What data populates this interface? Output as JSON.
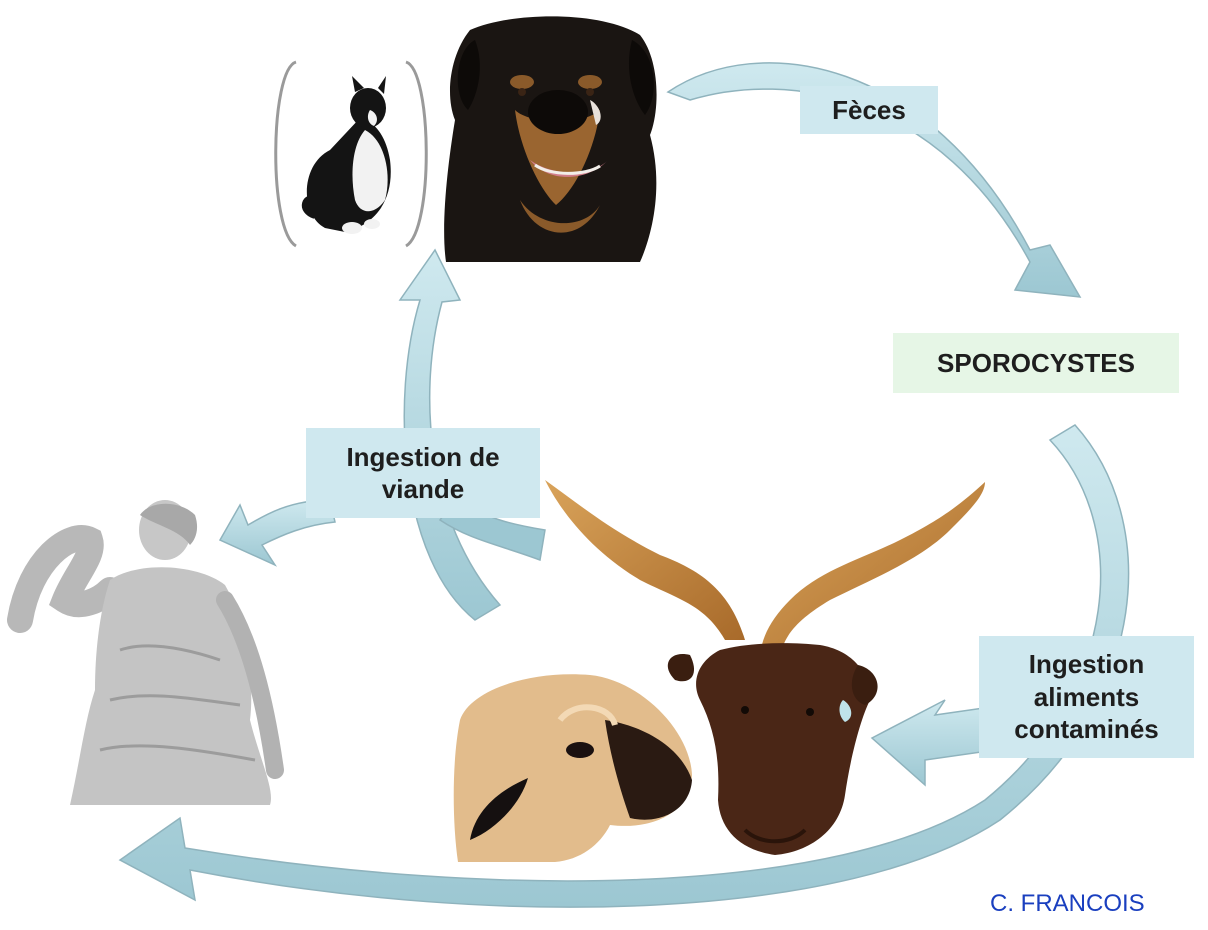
{
  "labels": {
    "feces": "Fèces",
    "sporocystes": "SPOROCYSTES",
    "ingestion_viande": [
      "Ingestion de",
      "viande"
    ],
    "ingestion_aliments": [
      "Ingestion",
      "aliments",
      "contaminés"
    ]
  },
  "credit": "C. FRANCOIS",
  "colors": {
    "arrow_fill": "#b9dde6",
    "arrow_shade": "#8fb3bd",
    "label_bg": "#cfe8ef",
    "sporocystes_bg": "#e6f6e6",
    "credit_text": "#1a3fbf"
  },
  "illustrations": [
    {
      "name": "cat",
      "icon": "cat-icon"
    },
    {
      "name": "dog",
      "icon": "dog-icon"
    },
    {
      "name": "statue",
      "icon": "statue-icon"
    },
    {
      "name": "sheep",
      "icon": "sheep-icon"
    },
    {
      "name": "goat",
      "icon": "goat-icon"
    }
  ]
}
